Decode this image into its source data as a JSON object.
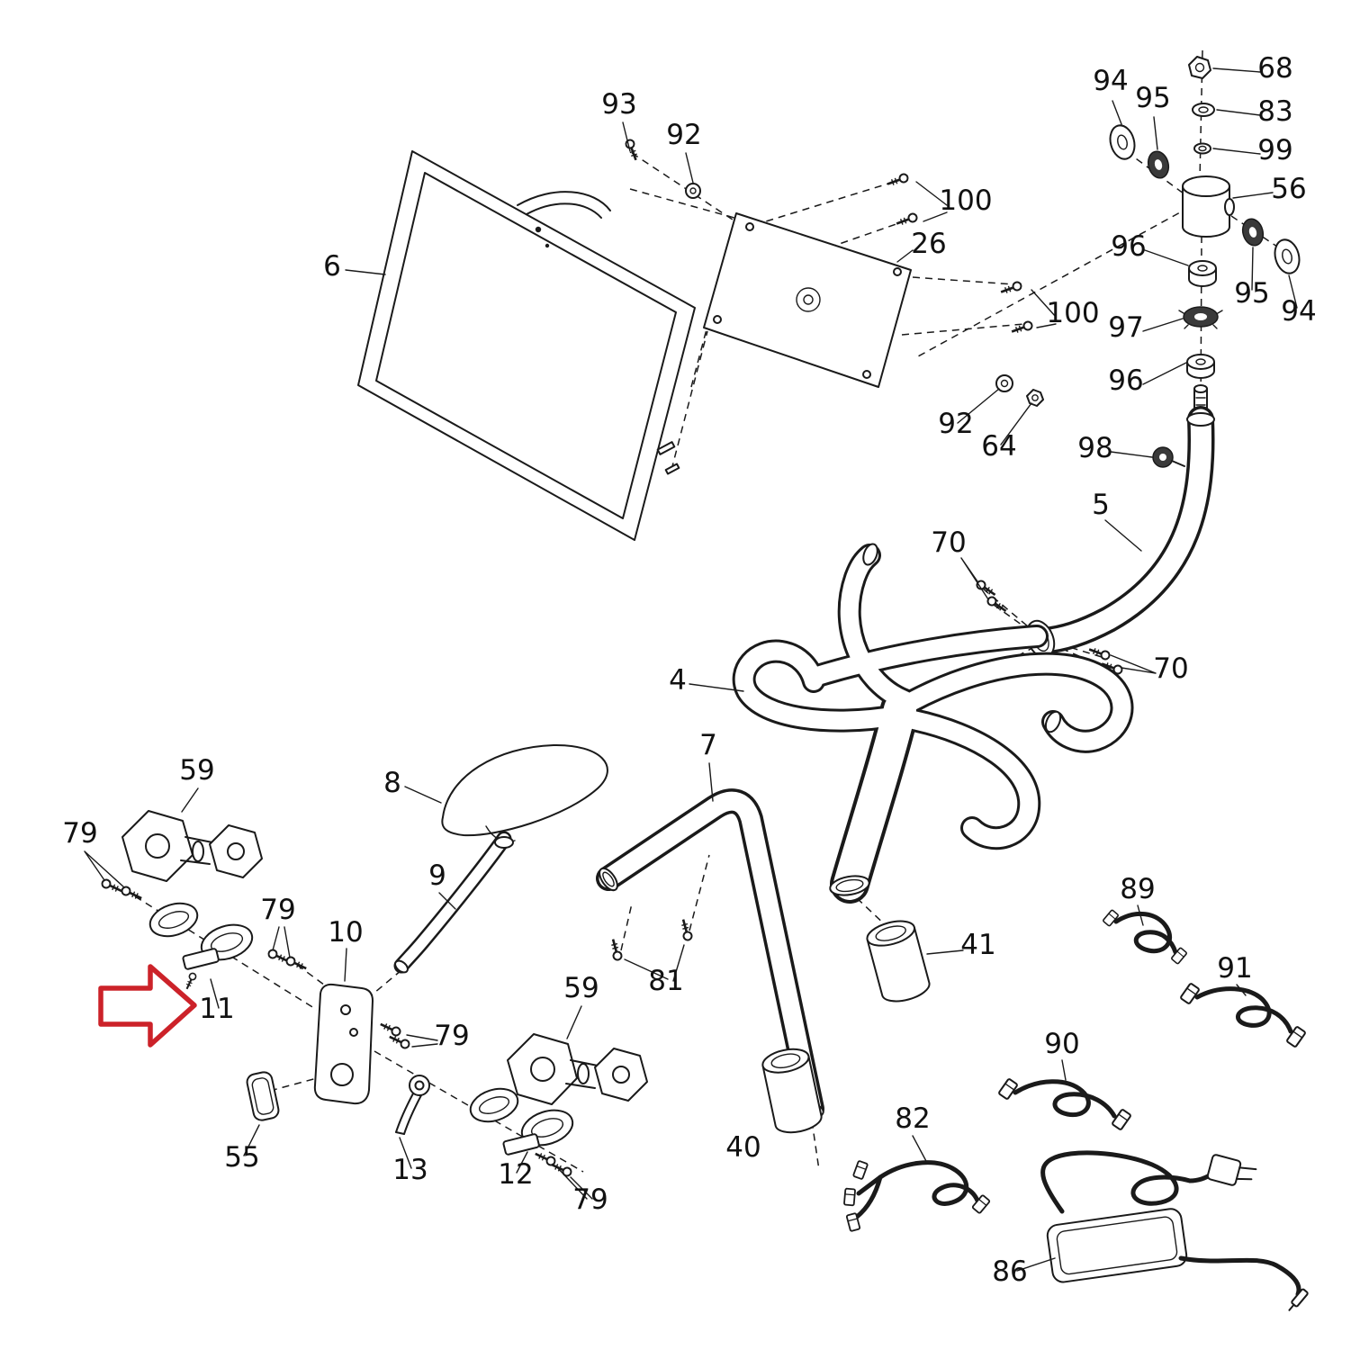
{
  "diagram": {
    "background_color": "#ffffff",
    "line_color": "#1a1a1a",
    "highlight": {
      "color": "#cc2229",
      "shape": "block-arrow-right",
      "points_to_label": "11"
    },
    "labels": [
      {
        "text": "68"
      },
      {
        "text": "83"
      },
      {
        "text": "99"
      },
      {
        "text": "94"
      },
      {
        "text": "95"
      },
      {
        "text": "56"
      },
      {
        "text": "96"
      },
      {
        "text": "95"
      },
      {
        "text": "94"
      },
      {
        "text": "97"
      },
      {
        "text": "96"
      },
      {
        "text": "93"
      },
      {
        "text": "92"
      },
      {
        "text": "100"
      },
      {
        "text": "26"
      },
      {
        "text": "100"
      },
      {
        "text": "92"
      },
      {
        "text": "64"
      },
      {
        "text": "98"
      },
      {
        "text": "5"
      },
      {
        "text": "6"
      },
      {
        "text": "70"
      },
      {
        "text": "70"
      },
      {
        "text": "4"
      },
      {
        "text": "8"
      },
      {
        "text": "7"
      },
      {
        "text": "59"
      },
      {
        "text": "79"
      },
      {
        "text": "9"
      },
      {
        "text": "79"
      },
      {
        "text": "10"
      },
      {
        "text": "89"
      },
      {
        "text": "91"
      },
      {
        "text": "41"
      },
      {
        "text": "81"
      },
      {
        "text": "11"
      },
      {
        "text": "59"
      },
      {
        "text": "79"
      },
      {
        "text": "90"
      },
      {
        "text": "55"
      },
      {
        "text": "13"
      },
      {
        "text": "12"
      },
      {
        "text": "79"
      },
      {
        "text": "40"
      },
      {
        "text": "82"
      },
      {
        "text": "86"
      }
    ]
  }
}
